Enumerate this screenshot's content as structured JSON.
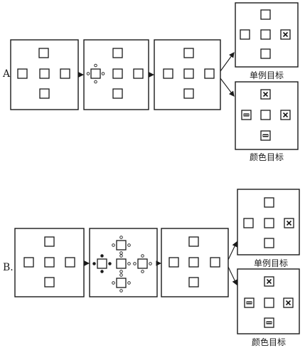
{
  "panel_a": {
    "label": "A.",
    "caption_single": "单例目标",
    "caption_color": "颜色目标"
  },
  "panel_b": {
    "label": "B.",
    "caption_single": "单例目标",
    "caption_color": "颜色目标"
  },
  "icons": {
    "target_x": "x-mark-icon",
    "distractor_bar": "horizontal-bar-icon"
  },
  "colors": {
    "ink": "#1a1a1a",
    "background": "#ffffff"
  }
}
